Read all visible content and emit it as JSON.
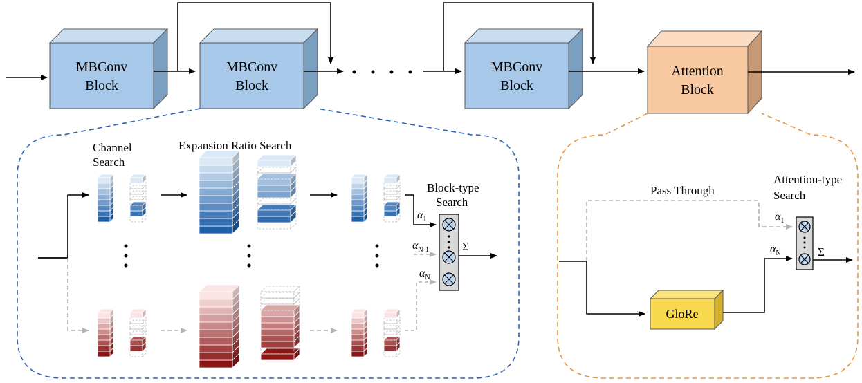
{
  "colors": {
    "mbconv_front": "#a7c8e8",
    "mbconv_top": "#c9ddf1",
    "mbconv_side": "#7b9fc1",
    "attn_front": "#f9c9a2",
    "attn_top": "#fbdcc2",
    "attn_side": "#c79a75",
    "glore_front": "#f9d94e",
    "glore_side": "#d2b12e",
    "blue_outline": "#2f62b0",
    "orange_outline": "#e5963e",
    "gray_dash": "#b3b3b3"
  },
  "top_row": {
    "block1": {
      "line1": "MBConv",
      "line2": "Block"
    },
    "block2": {
      "line1": "MBConv",
      "line2": "Block"
    },
    "block3": {
      "line1": "MBConv",
      "line2": "Block"
    },
    "attention": {
      "line1": "Attention",
      "line2": "Block"
    }
  },
  "mbconv_panel": {
    "channel_search": {
      "line1": "Channel",
      "line2": "Search"
    },
    "expansion_ratio_search": "Expansion Ratio Search",
    "block_type_search": {
      "line1": "Block-type",
      "line2": "Search"
    },
    "alpha_1": {
      "symbol": "α",
      "sub": "1"
    },
    "alpha_n1": {
      "symbol": "α",
      "sub": "N-1"
    },
    "alpha_n": {
      "symbol": "α",
      "sub": "N"
    },
    "sum": "Σ"
  },
  "attention_panel": {
    "pass_through": "Pass Through",
    "attention_type_search": {
      "line1": "Attention-type",
      "line2": "Search"
    },
    "alpha_1": {
      "symbol": "α",
      "sub": "1"
    },
    "alpha_n": {
      "symbol": "α",
      "sub": "N"
    },
    "glore": "GloRe",
    "sum": "Σ"
  }
}
